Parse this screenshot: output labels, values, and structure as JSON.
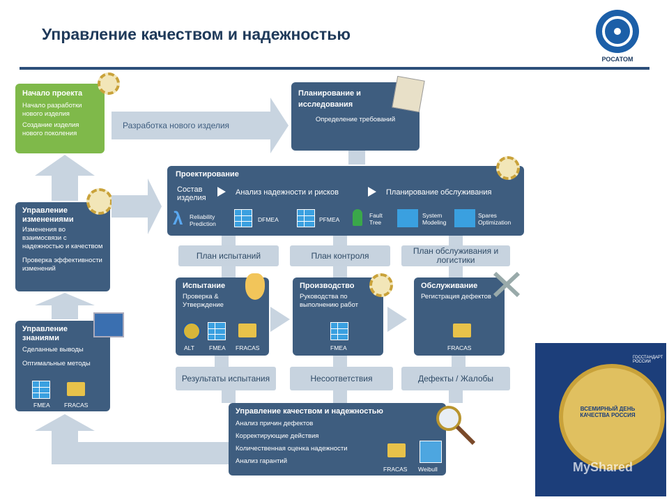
{
  "title": "Управление качеством и надежностью",
  "logo": {
    "text": "РОСАТОМ",
    "color": "#1c5fa8"
  },
  "start": {
    "title": "Начало проекта",
    "items": [
      "Начало разработки нового изделия",
      "Создание изделия нового поколения"
    ]
  },
  "new_product": "Разработка нового изделия",
  "planning": {
    "title": "Планирование и исследования",
    "sub": "Определение требований"
  },
  "design": {
    "title": "Проектирование",
    "composition": "Состав изделия",
    "step1": "Анализ надежности и рисков",
    "step2": "Планирование обслуживания",
    "tools": [
      "Reliability Prediction",
      "DFMEA",
      "PFMEA",
      "Fault Tree",
      "System Modeling",
      "Spares Optimization"
    ]
  },
  "plans": [
    "План испытаний",
    "План контроля",
    "План обслуживания и логистики"
  ],
  "change": {
    "title": "Управление изменениями",
    "items": [
      "Изменения во взаимосвязи с надежностью и качеством",
      "Проверка эффективности изменений"
    ]
  },
  "knowledge": {
    "title": "Управление знаниями",
    "items": [
      "Сделанные выводы",
      "Оптимальные методы"
    ],
    "tools": [
      "FMEA",
      "FRACAS"
    ]
  },
  "testing": {
    "title": "Испытание",
    "sub": "Проверка & Утверждение",
    "tools": [
      "ALT",
      "FMEA",
      "FRACAS"
    ]
  },
  "production": {
    "title": "Производство",
    "sub": "Руководства по выполнению работ",
    "tools": [
      "FMEA"
    ]
  },
  "service": {
    "title": "Обслуживание",
    "sub": "Регистрация дефектов",
    "tools": [
      "FRACAS"
    ]
  },
  "results": [
    "Результаты испытания",
    "Несоответствия",
    "Дефекты / Жалобы"
  ],
  "qm": {
    "title": "Управление качеством и надежностью",
    "items": [
      "Анализ причин дефектов",
      "Корректирующие действия",
      "Количественная оценка надежности",
      "Анализ гарантий"
    ],
    "tools": [
      "FRACAS",
      "Weibull"
    ]
  },
  "poster": {
    "text": "ВСЕМИРНЫЙ ДЕНЬ КАЧЕСТВА РОССИЯ",
    "badge": "ГОССТАНДАРТ РОССИИ"
  },
  "watermark": "MyShared",
  "colors": {
    "dark": "#3e5d7f",
    "green": "#7fb94a",
    "light": "#c7d3df"
  }
}
